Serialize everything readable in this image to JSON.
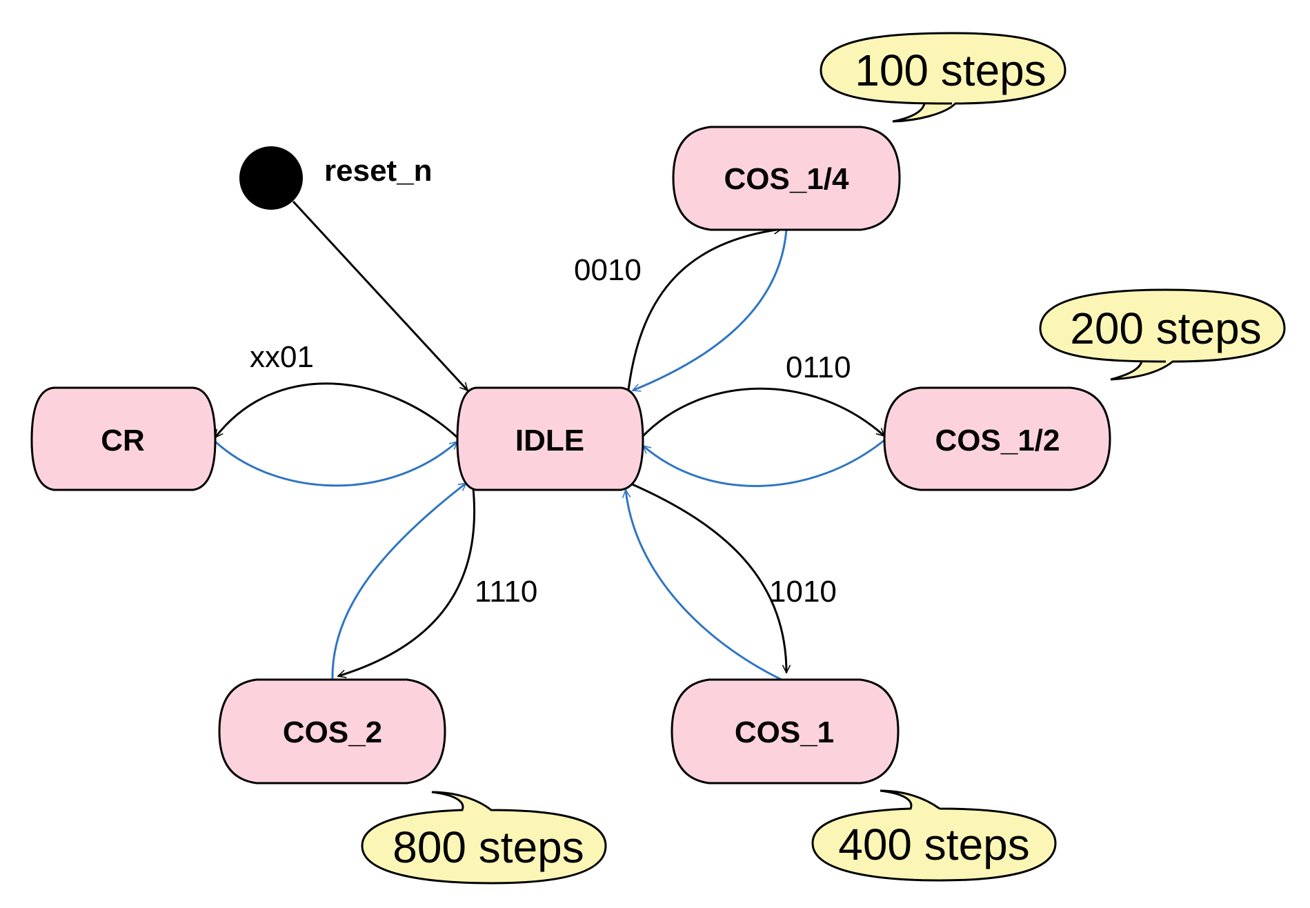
{
  "initial": {
    "label": "reset_n"
  },
  "states": {
    "idle": "IDLE",
    "cr": "CR",
    "cos_1_4": "COS_1/4",
    "cos_1_2": "COS_1/2",
    "cos_1": "COS_1",
    "cos_2": "COS_2"
  },
  "transitions": {
    "to_cr": "xx01",
    "to_cos_1_4": "0010",
    "to_cos_1_2": "0110",
    "to_cos_1": "1010",
    "to_cos_2": "1110"
  },
  "notes": {
    "cos_1_4": "100 steps",
    "cos_1_2": "200 steps",
    "cos_1": "400 steps",
    "cos_2": "800 steps"
  },
  "colors": {
    "state_fill": "#fcd3dc",
    "note_fill": "#fbf6b6",
    "return_edge": "#2e75c4",
    "forward_edge": "#000000"
  }
}
